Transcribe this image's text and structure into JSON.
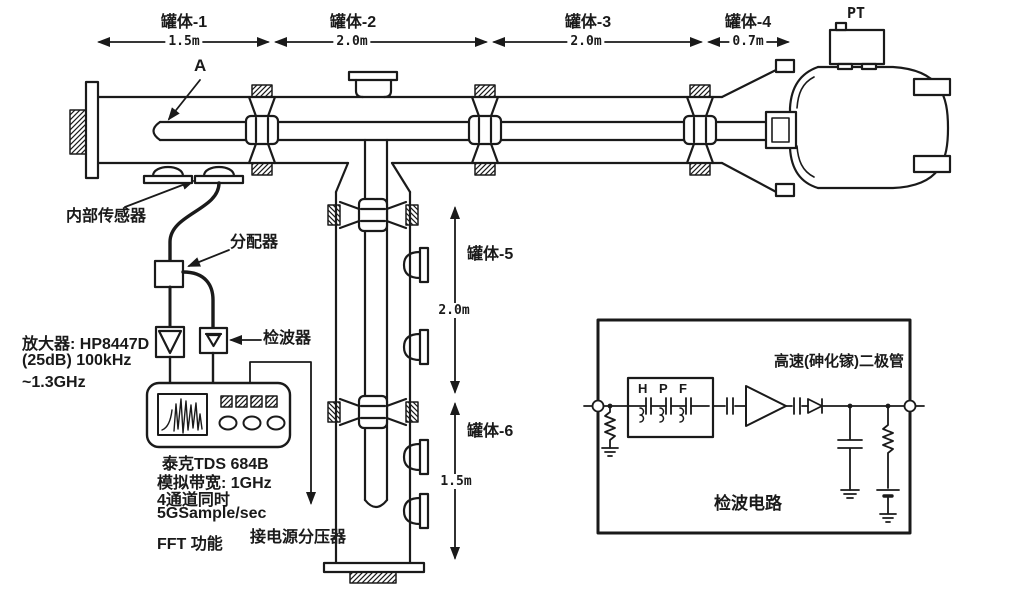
{
  "top_dimensions": [
    {
      "name": "罐体-1",
      "length": "1.5m"
    },
    {
      "name": "罐体-2",
      "length": "2.0m"
    },
    {
      "name": "罐体-3",
      "length": "2.0m"
    },
    {
      "name": "罐体-4",
      "length": "0.7m"
    }
  ],
  "side_dimensions": [
    {
      "name": "罐体-5",
      "length": "2.0m"
    },
    {
      "name": "罐体-6",
      "length": "1.5m"
    }
  ],
  "labels": {
    "pt": "PT",
    "point_a": "A",
    "internal_sensor": "内部传感器",
    "splitter": "分配器",
    "detector": "检波器",
    "power_divider": "接电源分压器"
  },
  "amplifier": {
    "line1": "放大器: HP8447D",
    "line2": "(25dB) 100kHz",
    "line3": "~1.3GHz"
  },
  "oscilloscope": {
    "model": "泰克TDS 684B",
    "bandwidth": "模拟带宽: 1GHz",
    "channels": "4通道同时",
    "sampling": "5GSample/sec",
    "fft": "FFT 功能"
  },
  "inset_circuit": {
    "filter": "H P F",
    "diode": "高速(砷化镓)二极管",
    "title": "检波电路"
  },
  "colors": {
    "ink": "#1a1a1a",
    "paper": "#ffffff"
  }
}
